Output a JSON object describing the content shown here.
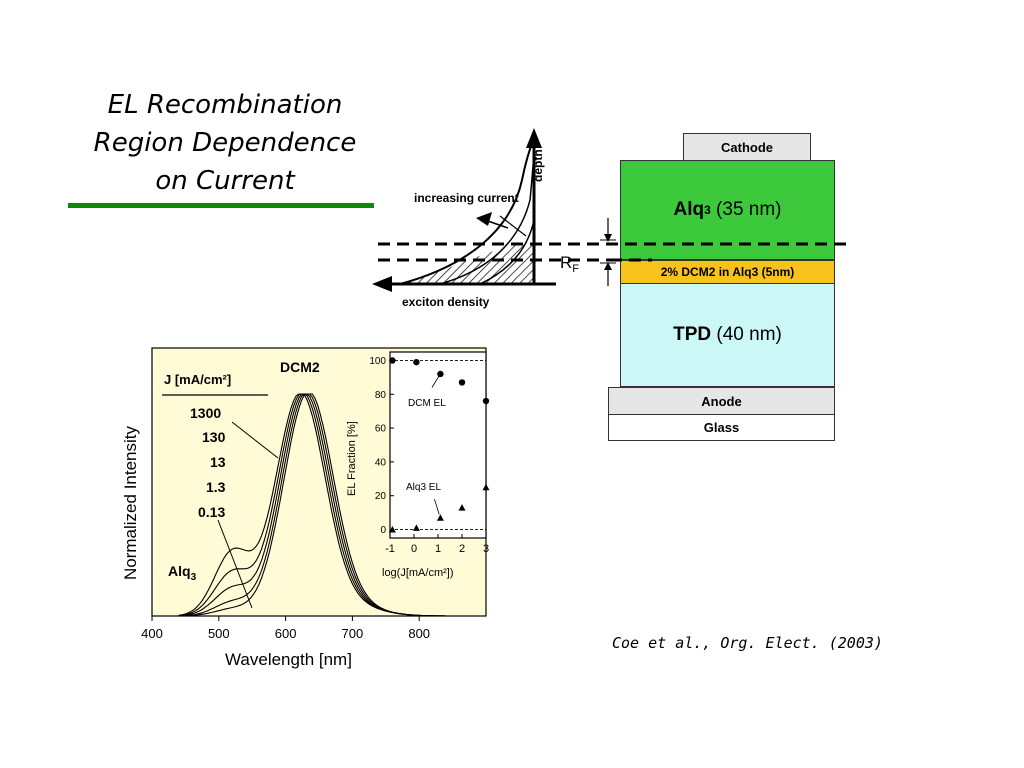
{
  "slide": {
    "title_lines": [
      "EL Recombination",
      "Region Dependence",
      "on Current"
    ],
    "citation": "Coe et al., Org. Elect. (2003)"
  },
  "colors": {
    "title_rule": "#0c8a0c",
    "alq3_layer": "#3cc93c",
    "dcm2_layer": "#f7c21a",
    "tpd_layer": "#ccf7f7",
    "cathode_anode": "#e6e6e6",
    "plot_background": "#fffbd6"
  },
  "sketch": {
    "axis_y": "depth",
    "axis_x": "exciton density",
    "annotation": "increasing current"
  },
  "stack": {
    "cathode": "Cathode",
    "alq3_main": "Alq",
    "alq3_sub": "3",
    "alq3_rest": "(35 nm)",
    "dcm2": "2% DCM2 in Alq3 (5nm)",
    "tpd_main": "TPD",
    "tpd_rest": "(40 nm)",
    "anode": "Anode",
    "glass": "Glass",
    "rf_main": "R",
    "rf_sub": "F"
  },
  "spectrum": {
    "xlabel": "Wavelength [nm]",
    "ylabel": "Normalized Intensity",
    "x_ticks": [
      "400",
      "500",
      "600",
      "700",
      "800"
    ],
    "legend_title": "J [mA/cm²]",
    "current_densities": [
      "1300",
      "130",
      "13",
      "1.3",
      "0.13"
    ],
    "label_dcm2": "DCM2",
    "label_alq3_main": "Alq",
    "label_alq3_sub": "3"
  },
  "chart_data": {
    "type": "scatter",
    "xlabel": "log(J[mA/cm²])",
    "ylabel": "EL Fraction [%]",
    "xlim": [
      -1,
      3
    ],
    "ylim": [
      -5,
      105
    ],
    "x_ticks": [
      "-1",
      "0",
      "1",
      "2",
      "3"
    ],
    "y_ticks": [
      "0",
      "20",
      "40",
      "60",
      "80",
      "100"
    ],
    "grid": false,
    "series": [
      {
        "name": "DCM EL",
        "marker": "circle",
        "points": [
          [
            -0.9,
            100
          ],
          [
            0.1,
            99
          ],
          [
            1.1,
            92
          ],
          [
            2.0,
            87
          ],
          [
            3.0,
            76
          ]
        ]
      },
      {
        "name": "Alq3 EL",
        "marker": "triangle",
        "points": [
          [
            -0.9,
            0
          ],
          [
            0.1,
            1
          ],
          [
            1.1,
            7
          ],
          [
            2.0,
            13
          ],
          [
            3.0,
            25
          ]
        ]
      }
    ]
  }
}
